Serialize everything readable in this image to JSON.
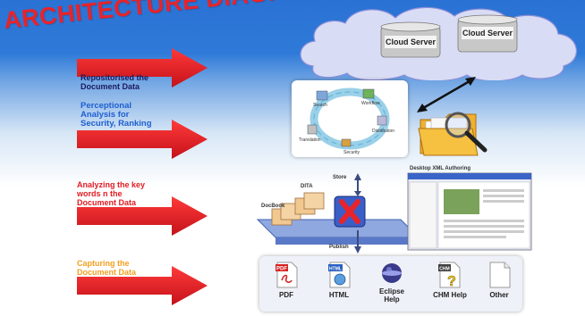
{
  "title": "ARCHITECTURE DIAGRAM",
  "cloud": {
    "server_1": "Cloud Server",
    "server_2": "Cloud Server"
  },
  "steps": [
    {
      "label_line1": "Repositorised the",
      "label_line2": "Document Data",
      "label_line3": "",
      "color": "#1a1a5e"
    },
    {
      "label_line1": "Perceptional",
      "label_line2": "Analysis for",
      "label_line3": "Security, Ranking",
      "color": "#1e5fd0"
    },
    {
      "label_line1": "Analyzing the key",
      "label_line2": "words n the",
      "label_line3": "Document Data",
      "color": "#e01b22"
    },
    {
      "label_line1": "Capturing the",
      "label_line2": "Document Data",
      "label_line3": "",
      "color": "#f0a020"
    }
  ],
  "cycle": {
    "labels": [
      "Security",
      "Workflow",
      "Distribution",
      "Translation",
      "Search"
    ]
  },
  "authoring": {
    "store": "Store",
    "publish": "Publish",
    "docbook": "DocBook",
    "dita": "DITA",
    "desktop_title": "Desktop XML Authoring"
  },
  "formats": [
    {
      "label": "PDF",
      "badge": "PDF"
    },
    {
      "label": "HTML",
      "badge": "HTML"
    },
    {
      "label": "Eclipse\nHelp",
      "line1": "Eclipse",
      "line2": "Help"
    },
    {
      "label": "CHM Help",
      "badge": "CHM"
    },
    {
      "label": "Other"
    }
  ],
  "colors": {
    "title": "#e8232a",
    "arrow": "#e01b22",
    "background_top": "#2a72d4"
  }
}
